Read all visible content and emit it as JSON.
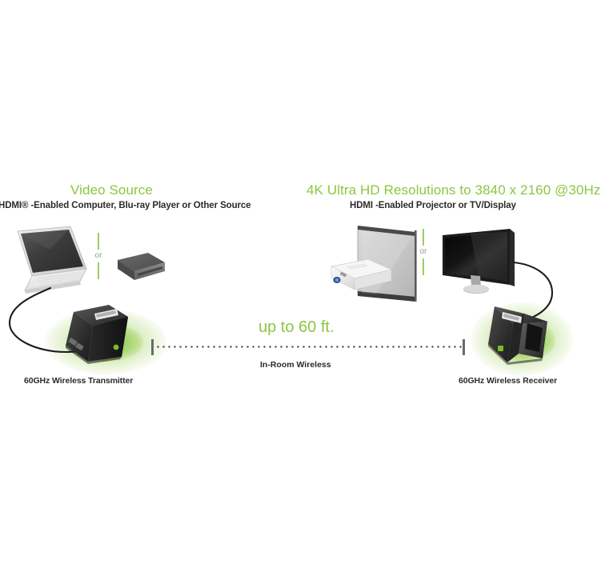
{
  "diagram": {
    "left": {
      "headline": "Video Source",
      "subline": "HDMI® -Enabled Computer, Blu-ray Player or Other Source",
      "or_label": "or",
      "device_label": "60GHz Wireless Transmitter",
      "source_devices": [
        "laptop-computer",
        "blu-ray-player"
      ]
    },
    "right": {
      "headline": "4K Ultra HD Resolutions to 3840 x 2160 @30Hz",
      "subline": "HDMI -Enabled Projector or TV/Display",
      "or_label": "or",
      "device_label": "60GHz Wireless Receiver",
      "output_devices": [
        "projector-and-screen",
        "tv-display"
      ]
    },
    "link": {
      "distance_label": "up to 60 ft.",
      "connection_label": "In-Room Wireless",
      "style": "dotted"
    },
    "colors": {
      "accent_green": "#8cc63f",
      "or_bar_green": "#9ccf5c",
      "text_dark": "#2b2b2b",
      "or_text_gray": "#9a9a9a",
      "background": "#ffffff",
      "device_dark": "#3a3a3a",
      "cable_black": "#1d1d1d"
    }
  }
}
